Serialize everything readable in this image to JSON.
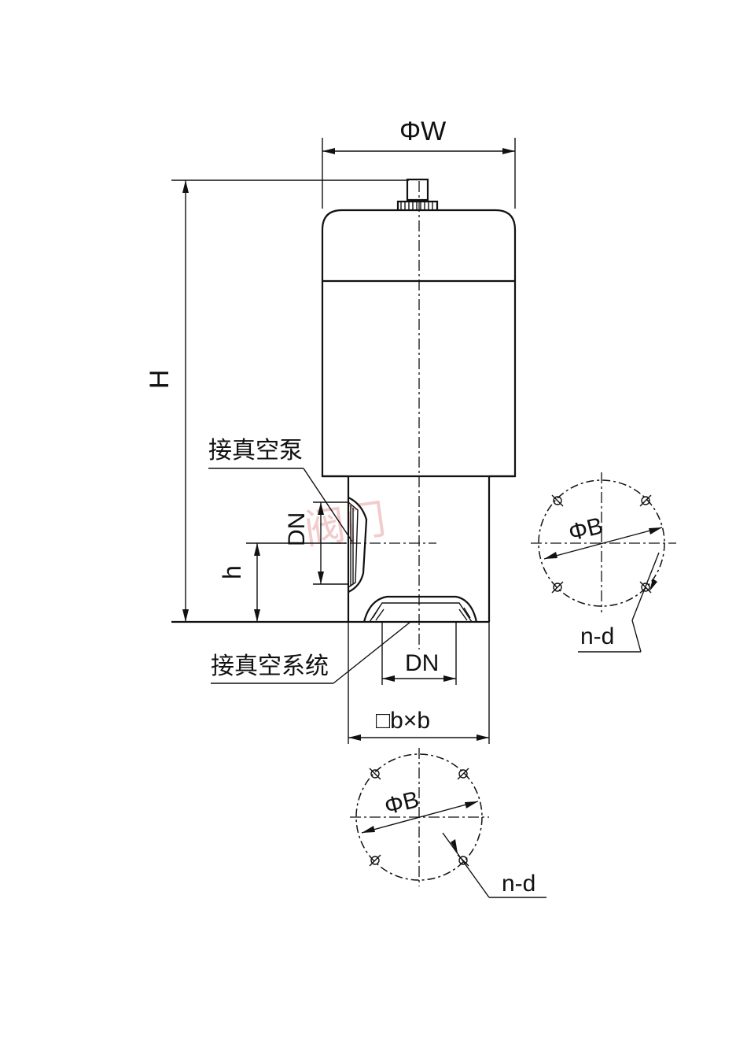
{
  "dimensions": {
    "phi_w": "ΦW",
    "h_total": "H",
    "h_small": "h",
    "dn_side": "DN",
    "dn_bottom": "DN",
    "b_square": "□b×b"
  },
  "callouts": {
    "pump_port": "接真空泵",
    "system_port": "接真空系统"
  },
  "flange_right": {
    "bolt_circle": "ΦB",
    "holes": "n-d"
  },
  "flange_bottom": {
    "bolt_circle": "ΦB",
    "holes": "n-d"
  },
  "watermark": "阀门"
}
